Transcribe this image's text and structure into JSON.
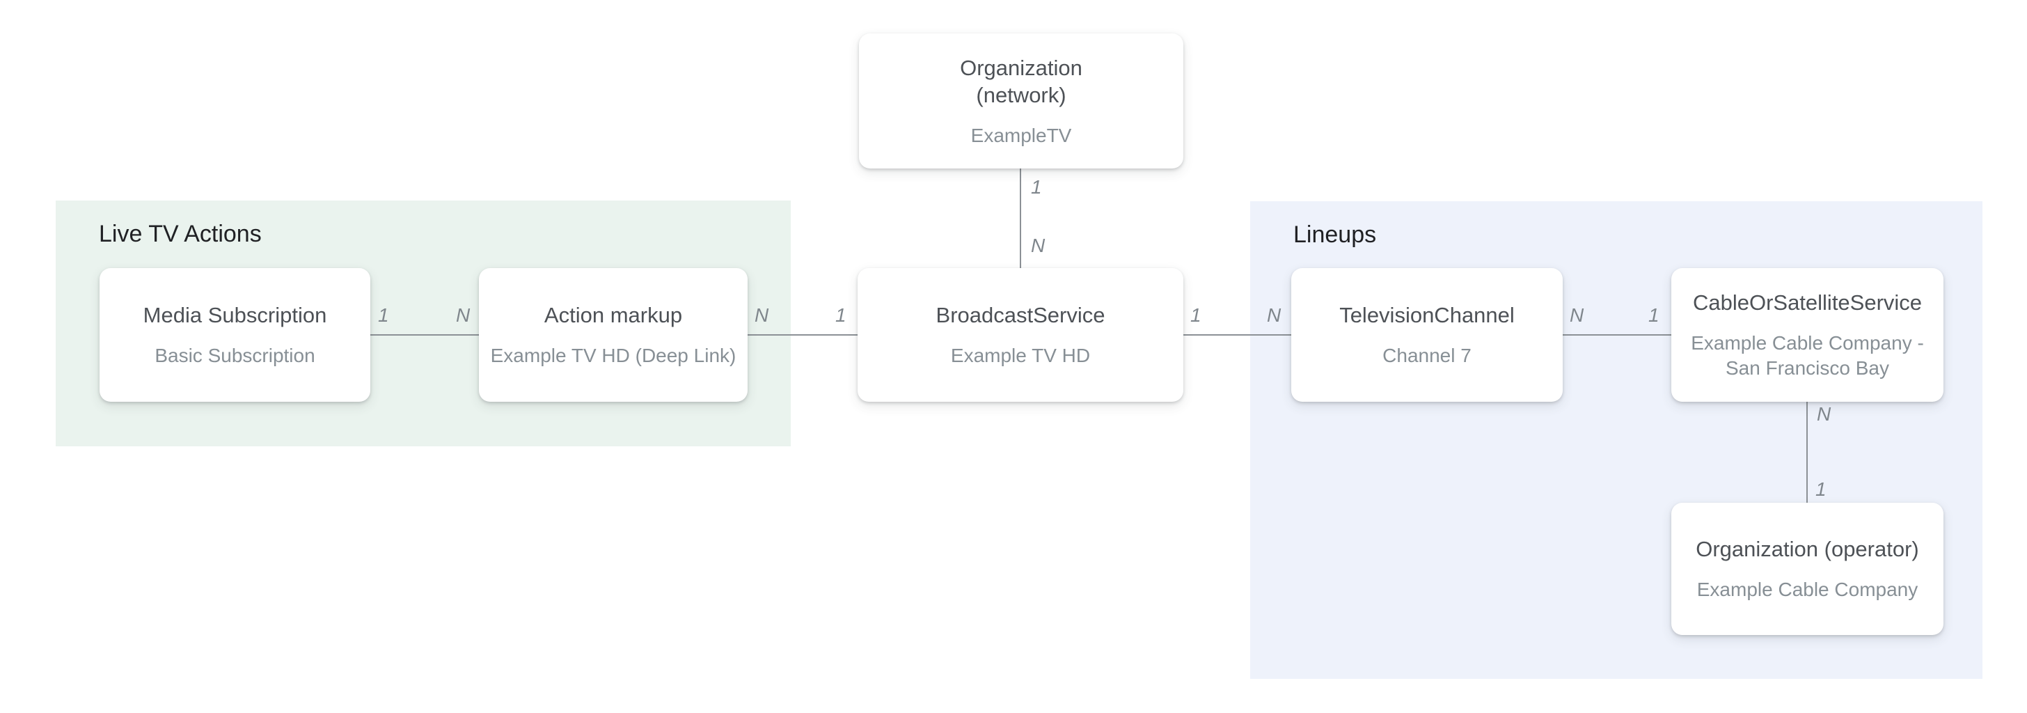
{
  "diagram": {
    "regions": {
      "live_tv_actions": {
        "title": "Live TV Actions"
      },
      "lineups": {
        "title": "Lineups"
      }
    },
    "nodes": {
      "org_network": {
        "title_lines": [
          "Organization",
          "(network)"
        ],
        "subtitle_lines": [
          "ExampleTV"
        ]
      },
      "media_subscription": {
        "title_lines": [
          "Media Subscription"
        ],
        "subtitle_lines": [
          "Basic Subscription"
        ]
      },
      "action_markup": {
        "title_lines": [
          "Action markup"
        ],
        "subtitle_lines": [
          "Example TV HD (Deep Link)"
        ]
      },
      "broadcast_service": {
        "title_lines": [
          "BroadcastService"
        ],
        "subtitle_lines": [
          "Example TV HD"
        ]
      },
      "television_channel": {
        "title_lines": [
          "TelevisionChannel"
        ],
        "subtitle_lines": [
          "Channel 7"
        ]
      },
      "cable_or_satellite": {
        "title_lines": [
          "CableOrSatelliteService"
        ],
        "subtitle_lines": [
          "Example Cable Company -",
          "San Francisco Bay"
        ]
      },
      "org_operator": {
        "title_lines": [
          "Organization (operator)"
        ],
        "subtitle_lines": [
          "Example Cable Company"
        ]
      }
    },
    "edges": {
      "media_to_action": {
        "labels": [
          "1",
          "N"
        ]
      },
      "action_to_broadcast": {
        "labels": [
          "N",
          "1"
        ]
      },
      "network_to_broadcast": {
        "labels": [
          "1",
          "N"
        ]
      },
      "broadcast_to_channel": {
        "labels": [
          "1",
          "N"
        ]
      },
      "channel_to_cable": {
        "labels": [
          "N",
          "1"
        ]
      },
      "cable_to_operator": {
        "labels": [
          "N",
          "1"
        ]
      }
    },
    "colors": {
      "live_tv_actions_bg": "#eaf3ee",
      "lineups_bg": "#eef2fb",
      "node_bg": "#ffffff",
      "edge_line": "#8c9196",
      "heading_text": "#202124",
      "node_title_text": "#4d5156",
      "node_subtitle_text": "#878f95",
      "edge_label_text": "#7f868c"
    }
  }
}
